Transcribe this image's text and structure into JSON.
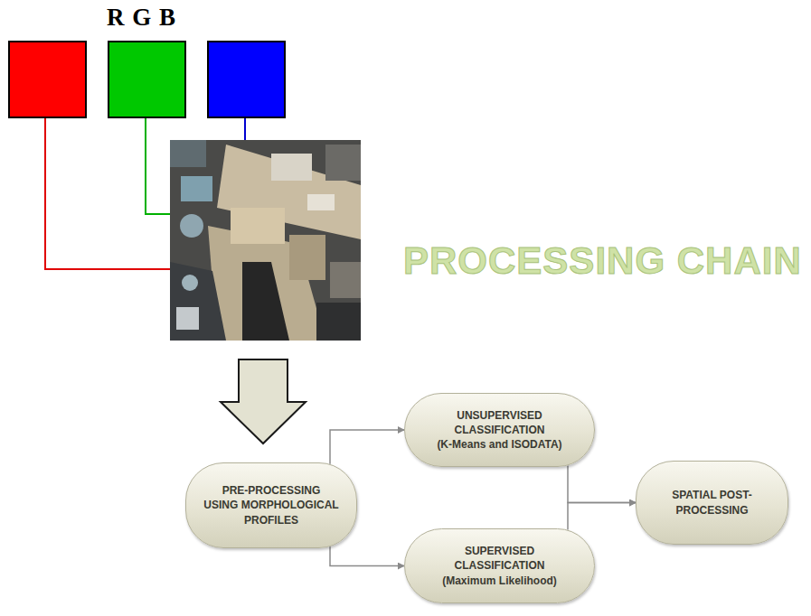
{
  "diagram": {
    "nodes": [
      {
        "text": [
          "PRE-PROCESSING USING MORPHOLOGICAL PROFILES"
        ]
      },
      {
        "text": [
          "UNSUPERVISED CLASSIFICATION",
          "(K-Means and ISODATA)"
        ]
      },
      {
        "text": [
          "SUPERVISED CLASSIFICATION",
          "(Maximum Likelihood)"
        ]
      },
      {
        "text": [
          "SPATIAL POST-PROCESSING"
        ]
      }
    ],
    "edges": [
      {
        "from": 0,
        "to": 1,
        "arrow": "to"
      },
      {
        "from": 0,
        "to": 2,
        "arrow": "to"
      },
      {
        "from": 1,
        "to": 3,
        "arrow": "to"
      },
      {
        "from": 2,
        "to": 3,
        "arrow": "to"
      }
    ],
    "labels": [
      "R G B",
      "PROCESSING CHAIN"
    ]
  }
}
